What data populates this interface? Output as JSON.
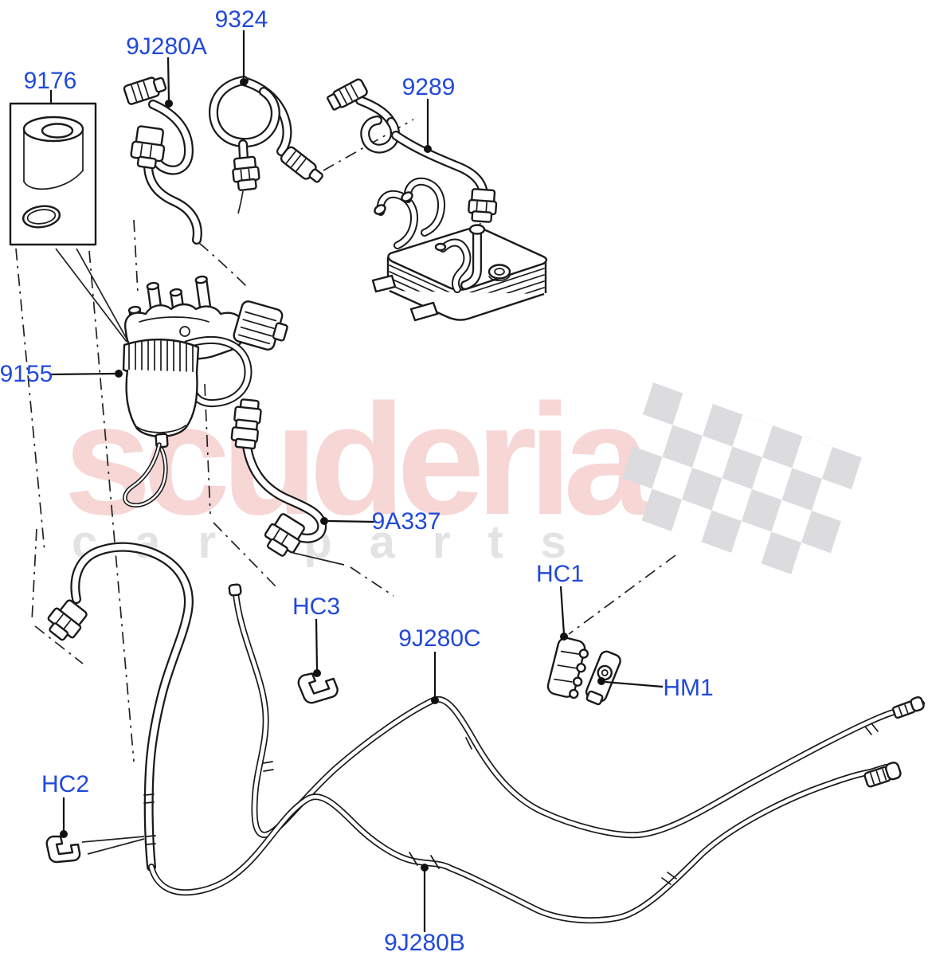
{
  "watermark": {
    "brand": "scuderia",
    "tagline": "car parts"
  },
  "labels": [
    {
      "id": "9176",
      "text": "9176"
    },
    {
      "id": "9J280A",
      "text": "9J280A"
    },
    {
      "id": "9324",
      "text": "9324"
    },
    {
      "id": "9289",
      "text": "9289"
    },
    {
      "id": "9155",
      "text": "9155"
    },
    {
      "id": "9A337",
      "text": "9A337"
    },
    {
      "id": "HC3",
      "text": "HC3"
    },
    {
      "id": "HC1",
      "text": "HC1"
    },
    {
      "id": "9J280C",
      "text": "9J280C"
    },
    {
      "id": "HM1",
      "text": "HM1"
    },
    {
      "id": "HC2",
      "text": "HC2"
    },
    {
      "id": "9J280B",
      "text": "9J280B"
    }
  ],
  "colors": {
    "label_blue": "#2149db",
    "watermark_pink": "#f7d6d6",
    "watermark_gray": "#e3e3e6",
    "flag_gray": "#dcdcdf",
    "line_black": "#1a1a1a"
  }
}
